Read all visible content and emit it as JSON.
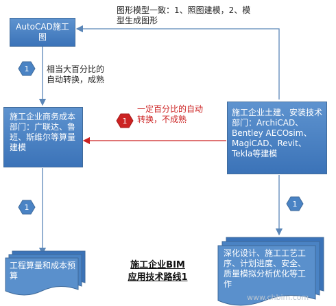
{
  "nodes": {
    "autocad": "AutoCAD施工图",
    "commerce": "施工企业商务成本部门：广联达、鲁班、斯维尔等算量建模",
    "civil": "施工企业土建、安装技术部门：ArchiCAD、Bentley AECOsim、MagiCAD、Revit、Tekla等建模",
    "cost": "工程算量和成本预算",
    "deepen": "深化设计、施工工艺工序、计划进度、安全、质量模拟分析优化等工作"
  },
  "edges": {
    "top_label": "图形模型一致：1、照图建模，2、模型生成图形",
    "left_label": "相当大百分比的自动转换，成熟",
    "red_label": "一定百分比的自动转换，不成熟"
  },
  "badges": [
    "1",
    "1",
    "1",
    "1"
  ],
  "title": {
    "line1": "施工企业BIM",
    "line2": "应用技术路线1"
  },
  "watermark": "www.chbim.com",
  "colors": {
    "box_fill": "#4a83c4",
    "arrow": "#5a86b8",
    "red": "#cc2222"
  }
}
